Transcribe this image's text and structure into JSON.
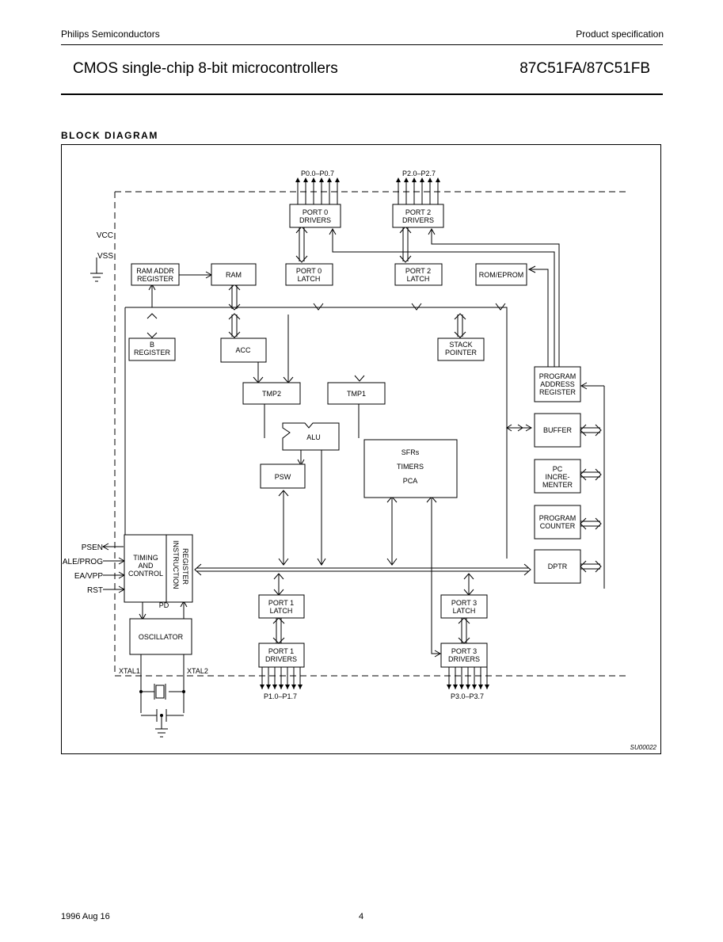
{
  "header": {
    "company": "Philips Semiconductors",
    "doc_type": "Product specification",
    "title": "CMOS single-chip 8-bit microcontrollers",
    "part": "87C51FA/87C51FB"
  },
  "section_title": "BLOCK DIAGRAM",
  "diagram": {
    "port0_pins": "P0.0–P0.7",
    "port2_pins": "P2.0–P2.7",
    "port1_pins": "P1.0–P1.7",
    "port3_pins": "P3.0–P3.7",
    "vcc": "VCC",
    "vss": "VSS",
    "blocks": {
      "port0_drivers": [
        "PORT 0",
        "DRIVERS"
      ],
      "port2_drivers": [
        "PORT 2",
        "DRIVERS"
      ],
      "ram_addr": [
        "RAM ADDR",
        "REGISTER"
      ],
      "ram": "RAM",
      "port0_latch": [
        "PORT 0",
        "LATCH"
      ],
      "port2_latch": [
        "PORT 2",
        "LATCH"
      ],
      "rom_eprom": "ROM/EPROM",
      "b_register": [
        "B",
        "REGISTER"
      ],
      "acc": "ACC",
      "stack_pointer": [
        "STACK",
        "POINTER"
      ],
      "tmp2": "TMP2",
      "tmp1": "TMP1",
      "alu": "ALU",
      "psw": "PSW",
      "sfrs": [
        "SFRs",
        "TIMERS",
        "PCA"
      ],
      "program_address_register": [
        "PROGRAM",
        "ADDRESS",
        "REGISTER"
      ],
      "buffer": "BUFFER",
      "pc_incrementer": [
        "PC",
        "INCRE-",
        "MENTER"
      ],
      "program_counter": [
        "PROGRAM",
        "COUNTER"
      ],
      "dptr": "DPTR",
      "timing_control": [
        "TIMING",
        "AND",
        "CONTROL"
      ],
      "instruction_register": [
        "INSTRUCTION",
        "REGISTER"
      ],
      "pd": "PD",
      "oscillator": "OSCILLATOR",
      "port1_latch": [
        "PORT 1",
        "LATCH"
      ],
      "port3_latch": [
        "PORT 3",
        "LATCH"
      ],
      "port1_drivers": [
        "PORT 1",
        "DRIVERS"
      ],
      "port3_drivers": [
        "PORT 3",
        "DRIVERS"
      ]
    },
    "signals": {
      "psen": "PSEN",
      "ale": "ALE/PROG",
      "ea": "EA/VPP",
      "rst": "RST",
      "xtal1": "XTAL1",
      "xtal2": "XTAL2"
    },
    "figure_code": "SU00022"
  },
  "footer": {
    "date": "1996 Aug 16",
    "page": "4"
  }
}
